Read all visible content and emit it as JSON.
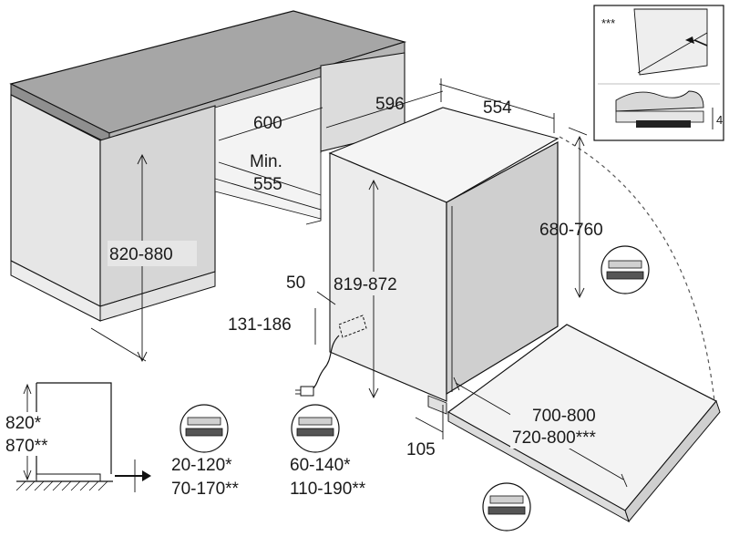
{
  "labels": {
    "top_depth_1": "596",
    "top_depth_2": "554",
    "cabinet_width": "600",
    "min_label": "Min.",
    "min_value": "555",
    "cabinet_height": "820-880",
    "door_height": "680-760",
    "niche_height": "819-872",
    "socket_offset_x": "50",
    "socket_offset_y": "131-186",
    "plinth_depth": "105",
    "door_open_1": "700-800",
    "door_open_2": "720-800***",
    "side_height_1": "820*",
    "side_height_2": "870**",
    "plinth_range_a1": "20-120*",
    "plinth_range_a2": "70-170**",
    "plinth_range_b1": "60-140*",
    "plinth_range_b2": "110-190**",
    "inset_stars": "***",
    "inset_value": "4"
  },
  "colors": {
    "worktop": "#a6a6a6",
    "worktop_side": "#8f8f8f",
    "cabinet_face": "#e6e6e6",
    "cabinet_side": "#d3d3d3",
    "appliance_side": "#eeeeee",
    "door_panel": "#cfcfcf",
    "line": "#111111"
  },
  "icons": [
    "door-hinge-icon",
    "plinth-icon",
    "power-plug-icon",
    "water-connection-icon"
  ]
}
